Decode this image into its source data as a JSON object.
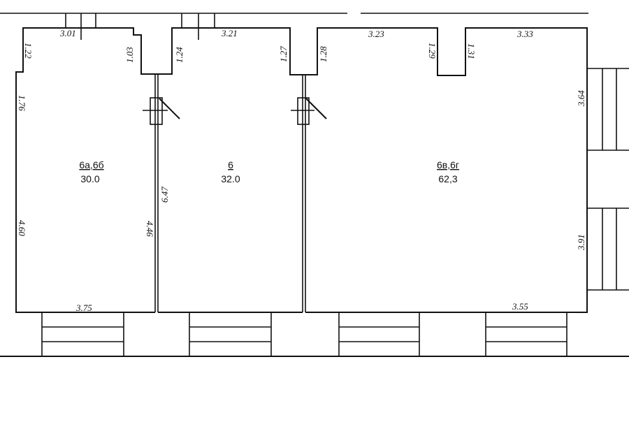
{
  "rooms": [
    {
      "name": "6а,6б",
      "area": "30.0"
    },
    {
      "name": "6",
      "area": "32.0"
    },
    {
      "name": "6в,6г",
      "area": "62,3"
    }
  ],
  "dimensions": {
    "d301": "3.01",
    "d321": "3.21",
    "d323": "3.23",
    "d333": "3.33",
    "d122": "1.22",
    "d103": "1.03",
    "d124": "1.24",
    "d127": "1.27",
    "d128": "1.28",
    "d129": "1.29",
    "d131": "1.31",
    "d176": "1.76",
    "d460": "4.60",
    "d446": "4.46",
    "d647": "6.47",
    "d364": "3.64",
    "d391": "3.91",
    "d375": "3.75",
    "d355": "3.55"
  }
}
